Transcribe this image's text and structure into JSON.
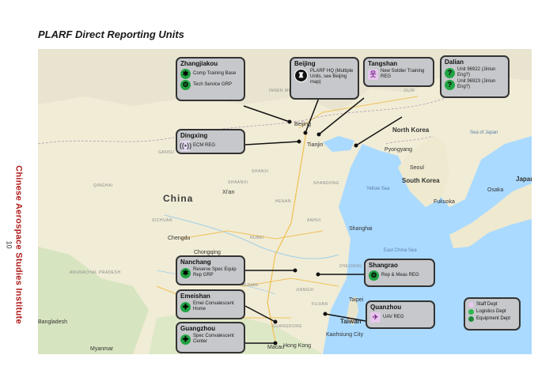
{
  "title": "PLARF Direct Reporting Units",
  "side": {
    "institute": "Chinese Aerospace Studies Institute",
    "page": "10"
  },
  "map_labels": {
    "china": "China",
    "north_korea": "North Korea",
    "south_korea": "South Korea",
    "japan": "Japan",
    "pyongyang": "Pyongyang",
    "seoul": "Seoul",
    "fukuoka": "Fukuoka",
    "osaka": "Osaka",
    "beijing": "Beijing",
    "tianjin": "Tianjin",
    "shanghai": "Shanghai",
    "chengdu": "Chengdu",
    "chongqing": "Chongqing",
    "taipei": "Taipei",
    "taiwan": "Taiwan",
    "kaohsiung": "Kaohsiung City",
    "hong_kong": "Hong Kong",
    "macau": "Macau",
    "xian": "Xi'an",
    "myanmar": "Myanmar",
    "bangladesh": "Bangladesh",
    "yellow_sea": "Yellow Sea",
    "east_china_sea": "East China Sea",
    "sea_of_japan": "Sea of Japan",
    "inner_mongolia": "INNER MONGOLIA",
    "gansu": "GANSU",
    "qinghai": "QINGHAI",
    "shanxi": "SHANXI",
    "shandong": "SHANDONG",
    "henan": "HENAN",
    "shaanxi": "SHAANXI",
    "hubei": "HUBEI",
    "anhui": "ANHUI",
    "sichuan": "SICHUAN",
    "hunan": "HUNAN",
    "jiangxi": "JIANGXI",
    "zhejiang": "ZHEJIANG",
    "fujian": "FUJIAN",
    "guangdong": "GUANGDONG",
    "jilin": "JILIN",
    "arunachal": "ARUNACHAL PRADESH"
  },
  "boxes": {
    "zhangjiakou": {
      "title": "Zhangjiakou",
      "rows": [
        {
          "icon": "wrench-icon",
          "text": "Comp Training Base"
        },
        {
          "icon": "gear-icon",
          "text": "Tech Service GRP"
        }
      ]
    },
    "beijing": {
      "title": "Beijing",
      "rows": [
        {
          "icon": "staff-hat-icon",
          "text": "PLARF HQ (Multiple Units, see Beijing map)"
        }
      ]
    },
    "tangshan": {
      "title": "Tangshan",
      "rows": [
        {
          "icon": "soldier-icon",
          "text": "New Soldier Training REG"
        }
      ]
    },
    "dalian": {
      "title": "Dalian",
      "rows": [
        {
          "icon": "question-icon",
          "text": "Unit 96922 (Jinlun Eng?)"
        },
        {
          "icon": "question-icon",
          "text": "Unit 96923 (Jinlun Eng?)"
        }
      ]
    },
    "dingxing": {
      "title": "Dingxing",
      "rows": [
        {
          "icon": "signal-icon",
          "text": "ECM REG"
        }
      ]
    },
    "nanchang": {
      "title": "Nanchang",
      "rows": [
        {
          "icon": "wrench-icon",
          "text": "Reserve Spec Equip Rep GRP"
        }
      ]
    },
    "shangrao": {
      "title": "Shangrao",
      "rows": [
        {
          "icon": "gear-icon",
          "text": "Rep & Meas REG"
        }
      ]
    },
    "emeishan": {
      "title": "Emeishan",
      "rows": [
        {
          "icon": "medical-cross-icon",
          "text": "Emei Convalescent Home"
        }
      ]
    },
    "quanzhou": {
      "title": "Quanzhou",
      "rows": [
        {
          "icon": "uav-icon",
          "text": "UAV REG"
        }
      ]
    },
    "guangzhou": {
      "title": "Guangzhou",
      "rows": [
        {
          "icon": "medical-cross-icon",
          "text": "Spec Convalescent Center"
        }
      ]
    }
  },
  "legend": [
    {
      "label": "Staff Dept",
      "color": "#e7c7ec"
    },
    {
      "label": "Logistics Dept",
      "color": "#2eb84f"
    },
    {
      "label": "Equipment Dept",
      "color": "#1e8a3a"
    }
  ]
}
